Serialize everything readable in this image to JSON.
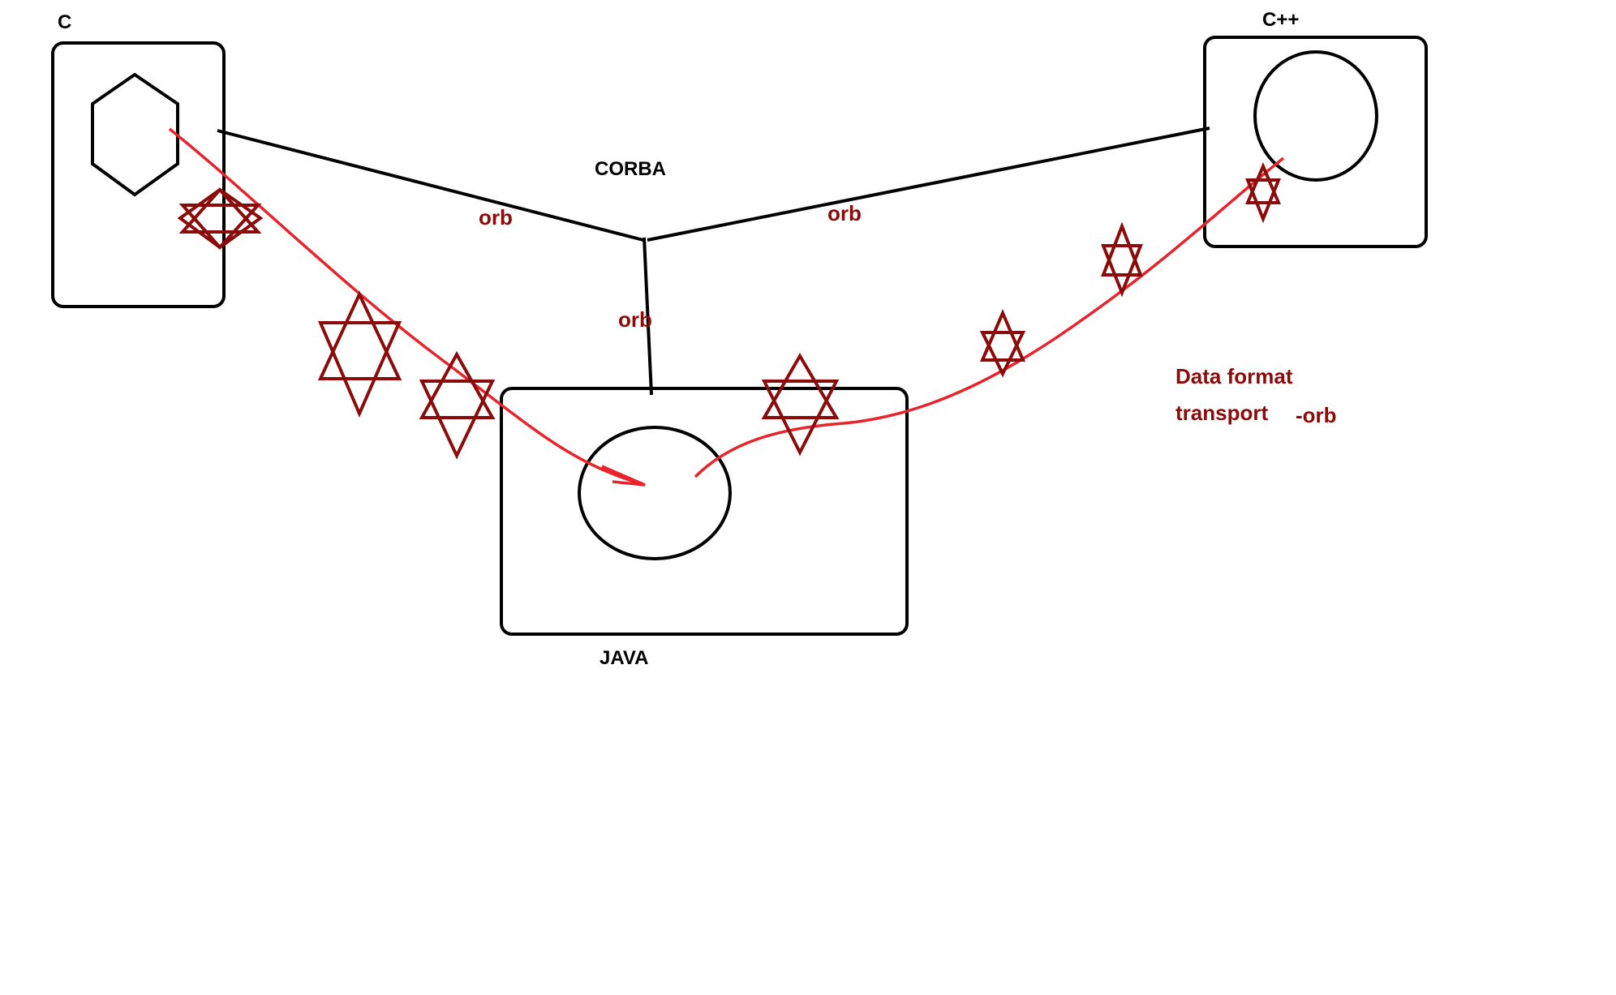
{
  "nodes": {
    "c": {
      "label": "C",
      "shape": "hexagon"
    },
    "cpp": {
      "label": "C++",
      "shape": "circle"
    },
    "java": {
      "label": "JAVA",
      "shape": "ellipse"
    }
  },
  "hub": {
    "label": "CORBA"
  },
  "links": {
    "c_to_hub": {
      "label": "orb"
    },
    "cpp_to_hub": {
      "label": "orb"
    },
    "java_to_hub": {
      "label": "orb"
    }
  },
  "notes": {
    "line1": "Data format",
    "line2": "transport",
    "line2_suffix": "-orb"
  },
  "colors": {
    "line": "#000000",
    "message_path": "#e8232b",
    "star": "#8b0b0b",
    "annotation_text": "#8b0b0b"
  },
  "icons": [
    "hexagon-icon",
    "circle-icon",
    "star-of-david-icon"
  ]
}
